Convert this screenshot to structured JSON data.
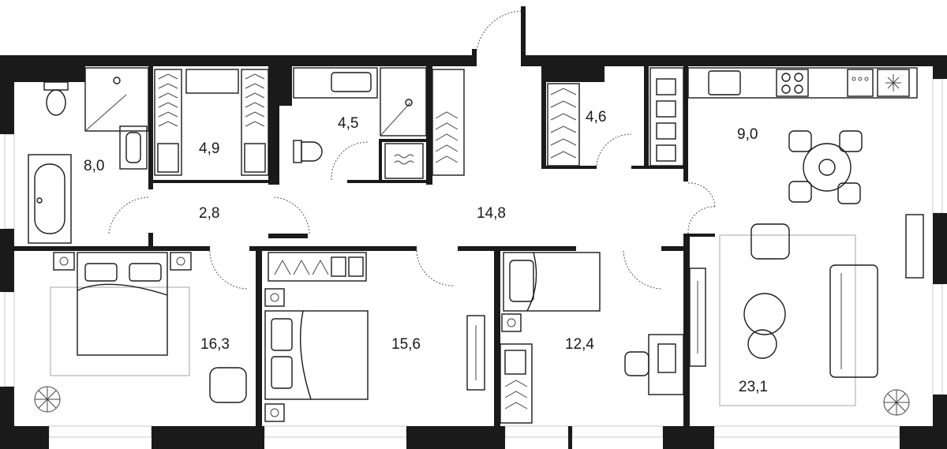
{
  "rooms": {
    "bathroom_1": {
      "area": "8,0"
    },
    "wardrobe_1": {
      "area": "4,9"
    },
    "bathroom_2": {
      "area": "4,5"
    },
    "wardrobe_2": {
      "area": "4,6"
    },
    "kitchen": {
      "area": "9,0"
    },
    "hall_small": {
      "area": "2,8"
    },
    "corridor": {
      "area": "14,8"
    },
    "bedroom_1": {
      "area": "16,3"
    },
    "bedroom_2": {
      "area": "15,6"
    },
    "bedroom_3": {
      "area": "12,4"
    },
    "living_room": {
      "area": "23,1"
    }
  },
  "colors": {
    "wall": "#1a1a1a",
    "furniture": "#1a1a1a",
    "rug": "#b5b5b5",
    "window": "#c9c9c9"
  },
  "icons": [
    "sink-icon",
    "shower-icon",
    "toilet-icon",
    "bathtub-icon",
    "washing-machine-icon",
    "hob-icon",
    "oven-icon",
    "fridge-icon",
    "bed-icon",
    "armchair-icon",
    "sofa-icon",
    "table-icon",
    "plant-icon",
    "nightstand-icon",
    "hanger-icon"
  ]
}
